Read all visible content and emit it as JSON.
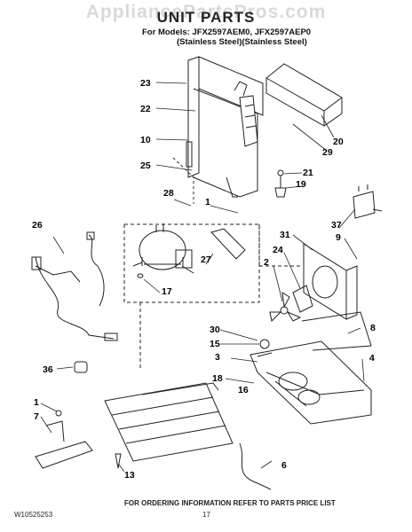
{
  "header": {
    "watermark": "AppliancePartsPros.com",
    "title": "UNIT PARTS",
    "models_line": "For Models: JFX2597AEM0, JFX2597AEP0",
    "finish_line": "(Stainless Steel)(Stainless Steel)"
  },
  "callouts": [
    "23",
    "22",
    "10",
    "25",
    "28",
    "1",
    "27",
    "17",
    "26",
    "36",
    "1",
    "7",
    "13",
    "20",
    "29",
    "21",
    "19",
    "37",
    "9",
    "31",
    "24",
    "2",
    "8",
    "30",
    "15",
    "3",
    "18",
    "4",
    "16",
    "6"
  ],
  "footer": {
    "doc_number": "W10525253",
    "page_number": "17",
    "ordering_note": "FOR ORDERING INFORMATION REFER TO PARTS PRICE LIST"
  }
}
